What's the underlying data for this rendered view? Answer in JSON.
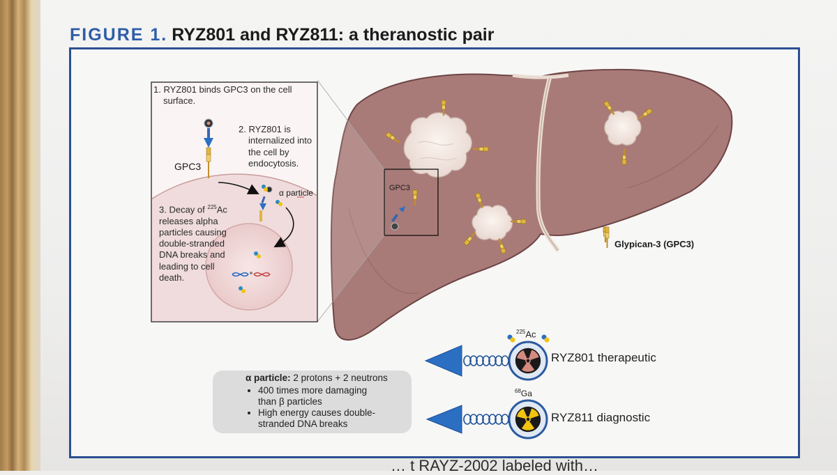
{
  "figure": {
    "label": "FIGURE 1.",
    "title": "RYZ801 and RYZ811: a theranostic pair"
  },
  "inset": {
    "step1": "1. RYZ801 binds GPC3 on the cell surface.",
    "step1_line1": "1. RYZ801 binds GPC3 on the cell",
    "step1_line2": "surface.",
    "step2_line1": "2. RYZ801 is",
    "step2_line2": "internalized into",
    "step2_line3": "the cell by",
    "step2_line4": "endocytosis.",
    "gpc3_label": "GPC3",
    "alpha_particle_label": "α particle",
    "step3_line1_pre": "3. Decay of ",
    "step3_isotope_mass": "225",
    "step3_isotope_symbol": "Ac",
    "step3_line2": "releases alpha",
    "step3_line3": "particles causing",
    "step3_line4": "double-stranded",
    "step3_line5": "DNA breaks and",
    "step3_line6": "leading to cell",
    "step3_line7": "death."
  },
  "liver": {
    "gpc3_box_label": "GPC3",
    "legend_label": "Glypican-3 (GPC3)"
  },
  "alpha_info": {
    "heading": "α particle:",
    "heading_rest": "2 protons + 2 neutrons",
    "bullet1_line1": "400 times more damaging",
    "bullet1_line2": "than β particles",
    "bullet2_line1": "High energy causes double-",
    "bullet2_line2": "stranded DNA breaks"
  },
  "agents": {
    "therapeutic_isotope_mass": "225",
    "therapeutic_isotope_symbol": "Ac",
    "therapeutic_label": "RYZ801 therapeutic",
    "diagnostic_isotope_mass": "68",
    "diagnostic_isotope_symbol": "Ga",
    "diagnostic_label": "RYZ811 diagnostic",
    "radiation_icon": "radiation-trefoil-icon"
  },
  "footer_fragment": "…  t     RAYZ-2002 labeled with…",
  "colors": {
    "title_accent": "#2d5da8",
    "frame_border": "#2c4f93",
    "liver_fill": "#a97b78",
    "liver_stroke": "#6d4544",
    "cell_fill": "#f0dcdc",
    "arrow_blue": "#2b6fc2",
    "therapeutic_disc": "#d58a80",
    "diagnostic_disc": "#f2c40f",
    "gpc3_yellow": "#e2b53f"
  }
}
